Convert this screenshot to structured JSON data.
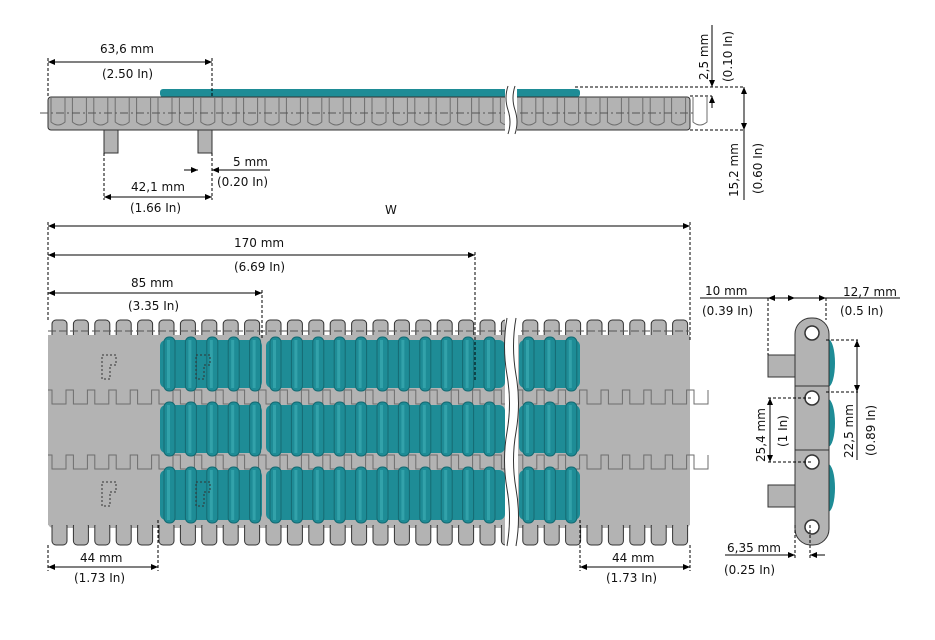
{
  "colors": {
    "body": "#b3b3b3",
    "body_dark": "#6e6e6e",
    "roller": "#1e8c96",
    "roller_light": "#3fb0b8",
    "outline": "#333333"
  },
  "side_view": {
    "pitch_mm": "63,6 mm",
    "pitch_in": "(2.50 In)",
    "gap_mm": "5 mm",
    "gap_in": "(0.20 In)",
    "peg_mm": "42,1 mm",
    "peg_in": "(1.66 In)",
    "roller_height_mm": "2,5 mm",
    "roller_height_in": "(0.10 In)",
    "thickness_mm": "15,2 mm",
    "thickness_in": "(0.60 In)"
  },
  "plan_view": {
    "width_label": "W",
    "module_mm": "170 mm",
    "module_in": "(6.69 In)",
    "half_mm": "85 mm",
    "half_in": "(3.35 In)",
    "edge_left_mm": "44 mm",
    "edge_left_in": "(1.73 In)",
    "edge_right_mm": "44 mm",
    "edge_right_in": "(1.73 In)"
  },
  "end_view": {
    "left_mm": "10 mm",
    "left_in": "(0.39 In)",
    "right_mm": "12,7 mm",
    "right_in": "(0.5 In)",
    "pitch_mm": "25,4 mm",
    "pitch_in": "(1 In)",
    "roller_pitch_mm": "22,5 mm",
    "roller_pitch_in": "(0.89 In)",
    "offset_mm": "6,35 mm",
    "offset_in": "(0.25 In)"
  }
}
